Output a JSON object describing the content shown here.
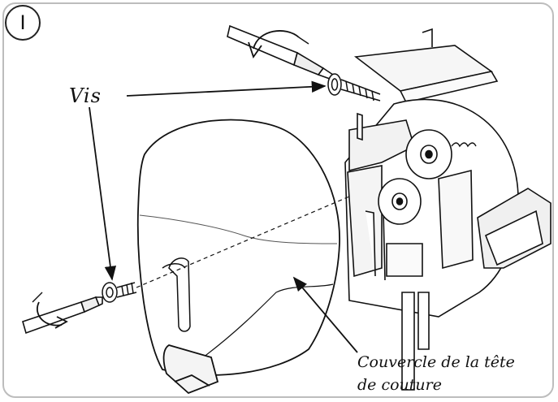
{
  "step": {
    "number": "I"
  },
  "labels": {
    "screw": "Vis",
    "cover_line1": "Couvercle de la tête",
    "cover_line2": "de couture"
  },
  "colors": {
    "ink": "#111111",
    "frame": "#bdbdbd",
    "paper": "#ffffff"
  }
}
